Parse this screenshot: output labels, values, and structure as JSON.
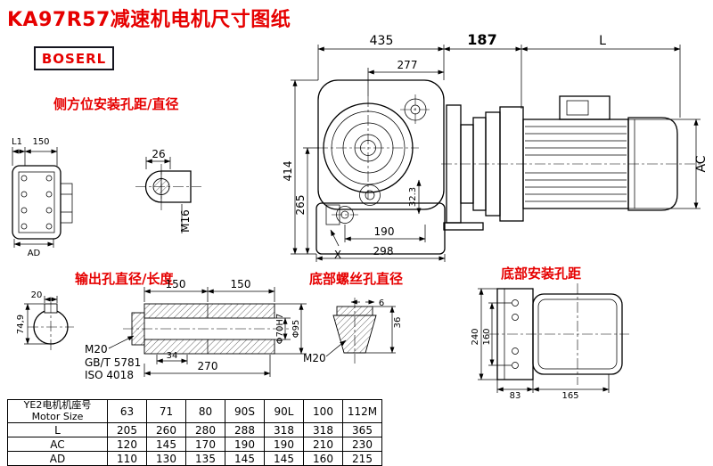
{
  "header": {
    "title": "KA97R57减速机电机尺寸图纸",
    "logo": "BOSERL"
  },
  "labels": {
    "side_mount": "侧方位安装孔距/直径",
    "output_hole": "输出孔直径/长度",
    "bottom_screw": "底部螺丝孔直径",
    "bottom_mount": "底部安装孔距"
  },
  "dims": {
    "overall_width": "435",
    "gear_length": "187",
    "motor_length": "L",
    "center_to_face": "277",
    "overall_height": "414",
    "center_height": "265",
    "foot_hole_span": "190",
    "base_width": "298",
    "x_marker": "X",
    "hole_offset": "32.3",
    "motor_diameter": "AC",
    "flange_l1": "L1",
    "flange_150": "150",
    "flange_ad": "AD",
    "pin_dia": "26",
    "pin_thread": "M16",
    "key_width": "20",
    "shaft_len_a": "150",
    "shaft_len_b": "150",
    "key_depth": "74,9",
    "end_thread": "M20",
    "std_gbt": "GB/T 5781",
    "std_iso": "ISO 4018",
    "bolt_len": "34",
    "shaft_total": "270",
    "bore_dia": "Φ70H7",
    "hub_dia": "Φ95",
    "screw_depth": "6",
    "screw_len": "36",
    "screw_thread": "M20",
    "mount_height": "240",
    "mount_hole_v": "160",
    "mount_83": "83",
    "mount_165": "165"
  },
  "table": {
    "header_line1": "YE2电机机座号",
    "header_line2": "Motor Size",
    "sizes": [
      "63",
      "71",
      "80",
      "90S",
      "90L",
      "100",
      "112M"
    ],
    "rows": [
      {
        "label": "L",
        "values": [
          "205",
          "260",
          "280",
          "288",
          "318",
          "318",
          "365"
        ]
      },
      {
        "label": "AC",
        "values": [
          "120",
          "145",
          "170",
          "190",
          "190",
          "210",
          "230"
        ]
      },
      {
        "label": "AD",
        "values": [
          "110",
          "130",
          "135",
          "145",
          "145",
          "160",
          "215"
        ]
      }
    ]
  }
}
